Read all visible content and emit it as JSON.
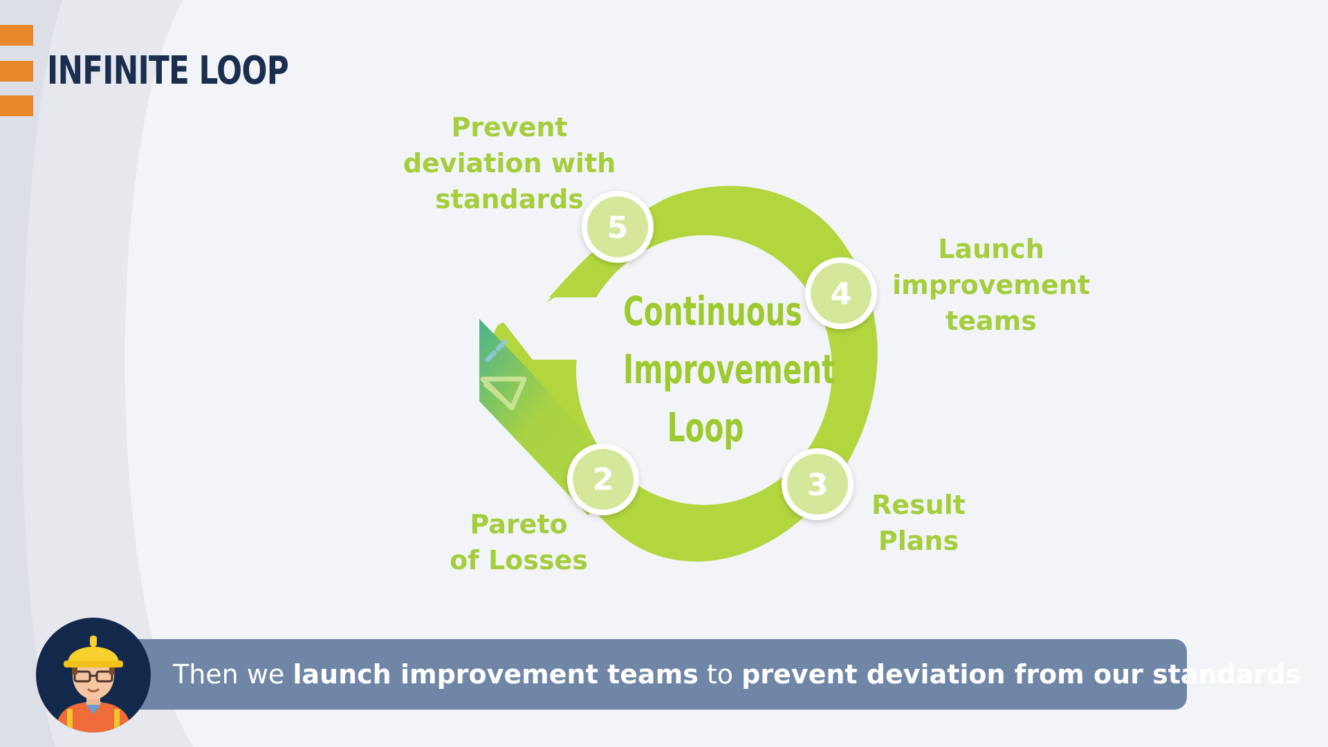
{
  "header": {
    "title": "INFINITE LOOP"
  },
  "diagram": {
    "center_title": "Continuous\nImprovement\nLoop",
    "steps": [
      {
        "number": "2",
        "label": "Pareto\nof Losses"
      },
      {
        "number": "3",
        "label": "Result\nPlans"
      },
      {
        "number": "4",
        "label": "Launch\nimprovement\nteams"
      },
      {
        "number": "5",
        "label": "Prevent\ndeviation with\nstandards"
      }
    ]
  },
  "caption": {
    "part1": "Then we ",
    "part2": "launch improvement teams",
    "part3": " to ",
    "part4": "prevent deviation from our standards"
  },
  "colors": {
    "accent_orange": "#e8872a",
    "title_navy": "#1b2e4f",
    "loop_green": "#b3d63f",
    "label_green": "#a6cd3c",
    "node_fill": "#d5e79a",
    "caption_bg": "#6f86a6"
  },
  "icons": {
    "avatar": "construction-worker-avatar",
    "pencil": "pencil-icon"
  }
}
